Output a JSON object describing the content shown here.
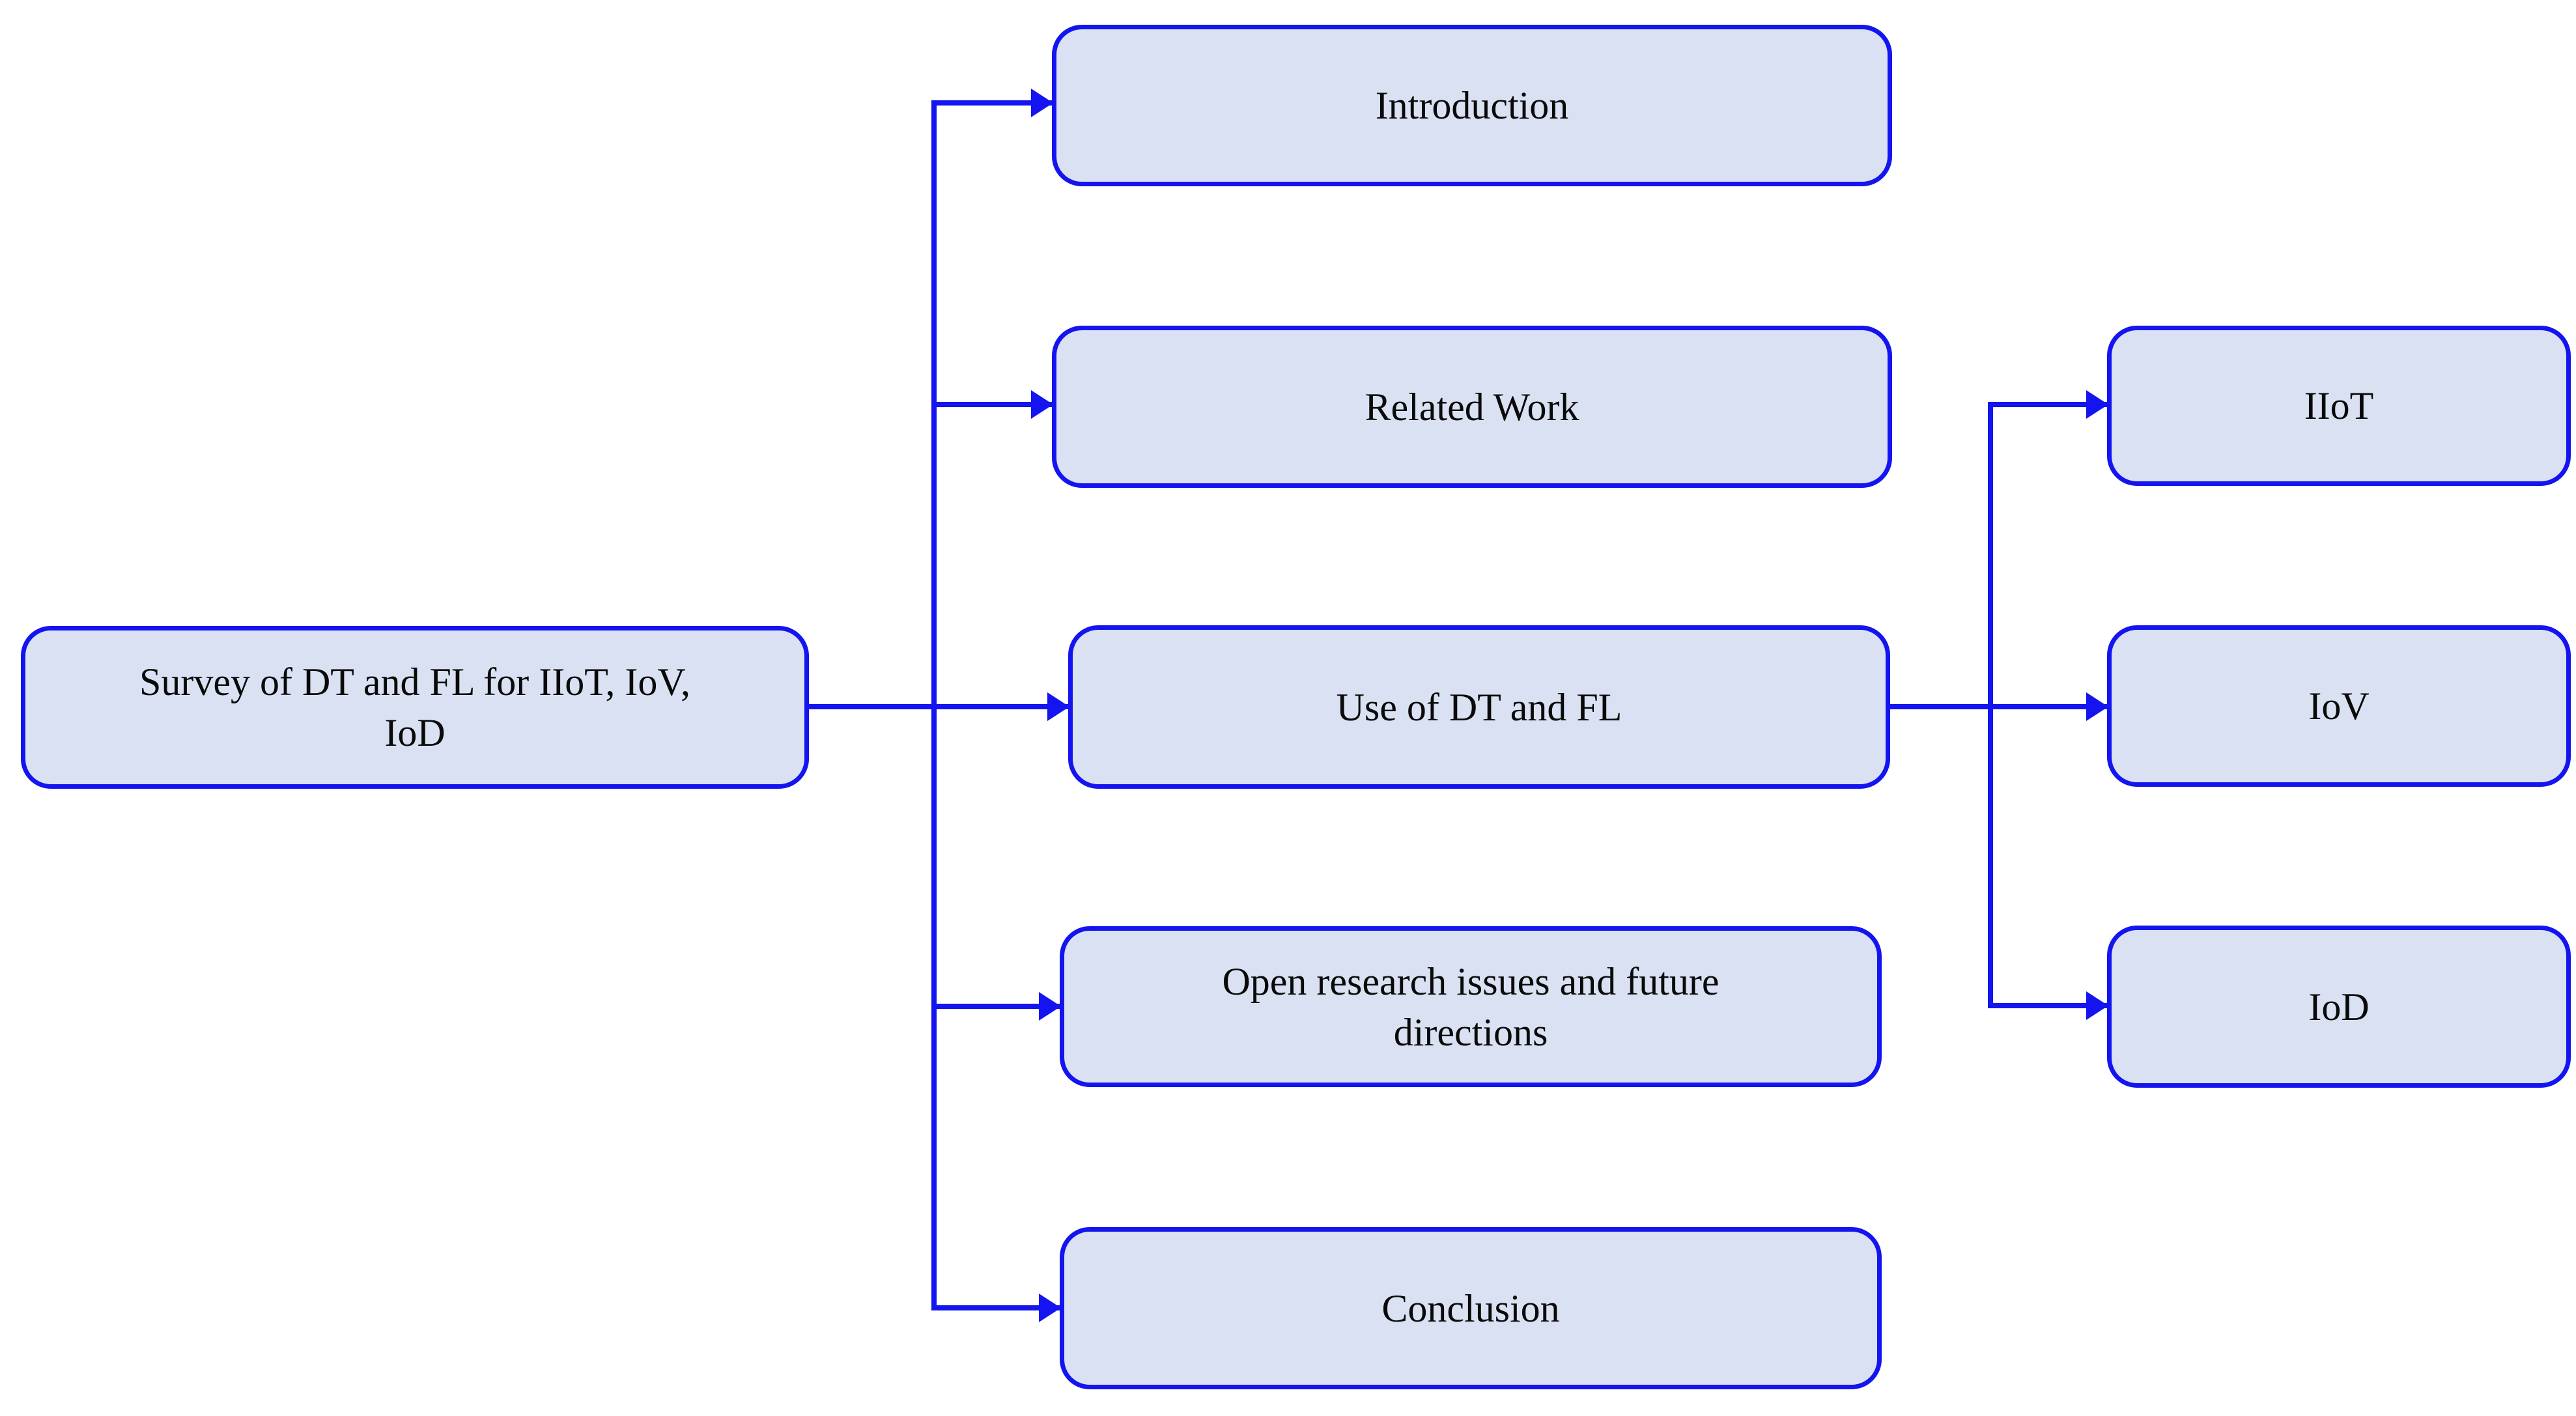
{
  "diagram": {
    "title": "Survey paper organization flowchart",
    "colors": {
      "node_fill": "#dae1f2",
      "node_border": "#1414f0",
      "connector": "#1414f0",
      "text": "#0a0a0a",
      "background": "#ffffff"
    },
    "root": {
      "id": "root",
      "label_line1": "Survey of DT and FL for IIoT, IoV,",
      "label_line2": "IoD",
      "label": "Survey of DT and FL for IIoT, IoV, IoD"
    },
    "level1": [
      {
        "id": "introduction",
        "label": "Introduction"
      },
      {
        "id": "related-work",
        "label": "Related Work"
      },
      {
        "id": "use-of-dt-and-fl",
        "label": "Use of DT and FL"
      },
      {
        "id": "open-research-issues",
        "label_line1": "Open research issues and future",
        "label_line2": "directions",
        "label": "Open research issues and future directions"
      },
      {
        "id": "conclusion",
        "label": "Conclusion"
      }
    ],
    "level2": [
      {
        "id": "iiot",
        "label": "IIoT"
      },
      {
        "id": "iov",
        "label": "IoV"
      },
      {
        "id": "iod",
        "label": "IoD"
      }
    ]
  }
}
